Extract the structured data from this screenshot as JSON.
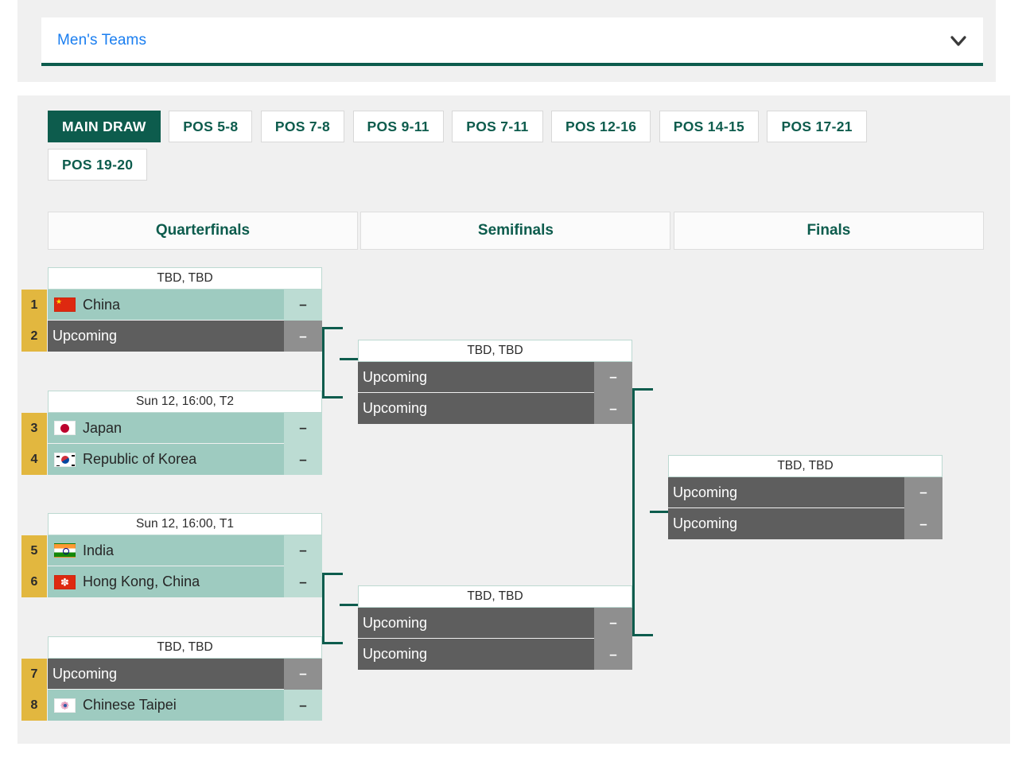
{
  "selector": {
    "label": "Men's Teams",
    "icon": "chevron-down-icon",
    "accent_color": "#0d5c4d",
    "text_color": "#1a7ef0"
  },
  "tabs": [
    {
      "label": "MAIN DRAW",
      "active": true
    },
    {
      "label": "POS 5-8",
      "active": false
    },
    {
      "label": "POS 7-8",
      "active": false
    },
    {
      "label": "POS 9-11",
      "active": false
    },
    {
      "label": "POS 7-11",
      "active": false
    },
    {
      "label": "POS 12-16",
      "active": false
    },
    {
      "label": "POS 14-15",
      "active": false
    },
    {
      "label": "POS 17-21",
      "active": false
    },
    {
      "label": "POS 19-20",
      "active": false
    }
  ],
  "rounds": [
    {
      "label": "Quarterfinals"
    },
    {
      "label": "Semifinals"
    },
    {
      "label": "Finals"
    }
  ],
  "colors": {
    "active_tab_bg": "#0d5c4d",
    "tab_text": "#0d5c4d",
    "team_known_bg": "#9ecbc0",
    "team_known_score_bg": "#bcdcd3",
    "team_upcoming_bg": "#5e5e5e",
    "team_upcoming_score_bg": "#8f8f8f",
    "seed_bg": "#e2b73f",
    "connector": "#0d5c4d",
    "panel_bg": "#f0f0f0"
  },
  "score_placeholder": "–",
  "quarterfinals": [
    {
      "header": "TBD, TBD",
      "rows": [
        {
          "seed": "1",
          "team": "China",
          "flag": "flag-china",
          "status": "known",
          "score": "–"
        },
        {
          "seed": "2",
          "team": "Upcoming",
          "flag": "",
          "status": "upcoming",
          "score": "–"
        }
      ]
    },
    {
      "header": "Sun 12, 16:00, T2",
      "rows": [
        {
          "seed": "3",
          "team": "Japan",
          "flag": "flag-japan",
          "status": "known",
          "score": "–"
        },
        {
          "seed": "4",
          "team": "Republic of Korea",
          "flag": "flag-republic-of-korea",
          "status": "known",
          "score": "–"
        }
      ]
    },
    {
      "header": "Sun 12, 16:00, T1",
      "rows": [
        {
          "seed": "5",
          "team": "India",
          "flag": "flag-india",
          "status": "known",
          "score": "–"
        },
        {
          "seed": "6",
          "team": "Hong Kong, China",
          "flag": "flag-hong-kong-china",
          "status": "known",
          "score": "–"
        }
      ]
    },
    {
      "header": "TBD, TBD",
      "rows": [
        {
          "seed": "7",
          "team": "Upcoming",
          "flag": "",
          "status": "upcoming",
          "score": "–"
        },
        {
          "seed": "8",
          "team": "Chinese Taipei",
          "flag": "flag-chinese-taipei",
          "status": "known",
          "score": "–"
        }
      ]
    }
  ],
  "semifinals": [
    {
      "header": "TBD, TBD",
      "rows": [
        {
          "seed": "",
          "team": "Upcoming",
          "flag": "",
          "status": "upcoming",
          "score": "–"
        },
        {
          "seed": "",
          "team": "Upcoming",
          "flag": "",
          "status": "upcoming",
          "score": "–"
        }
      ]
    },
    {
      "header": "TBD, TBD",
      "rows": [
        {
          "seed": "",
          "team": "Upcoming",
          "flag": "",
          "status": "upcoming",
          "score": "–"
        },
        {
          "seed": "",
          "team": "Upcoming",
          "flag": "",
          "status": "upcoming",
          "score": "–"
        }
      ]
    }
  ],
  "finals": [
    {
      "header": "TBD, TBD",
      "rows": [
        {
          "seed": "",
          "team": "Upcoming",
          "flag": "",
          "status": "upcoming",
          "score": "–"
        },
        {
          "seed": "",
          "team": "Upcoming",
          "flag": "",
          "status": "upcoming",
          "score": "–"
        }
      ]
    }
  ]
}
